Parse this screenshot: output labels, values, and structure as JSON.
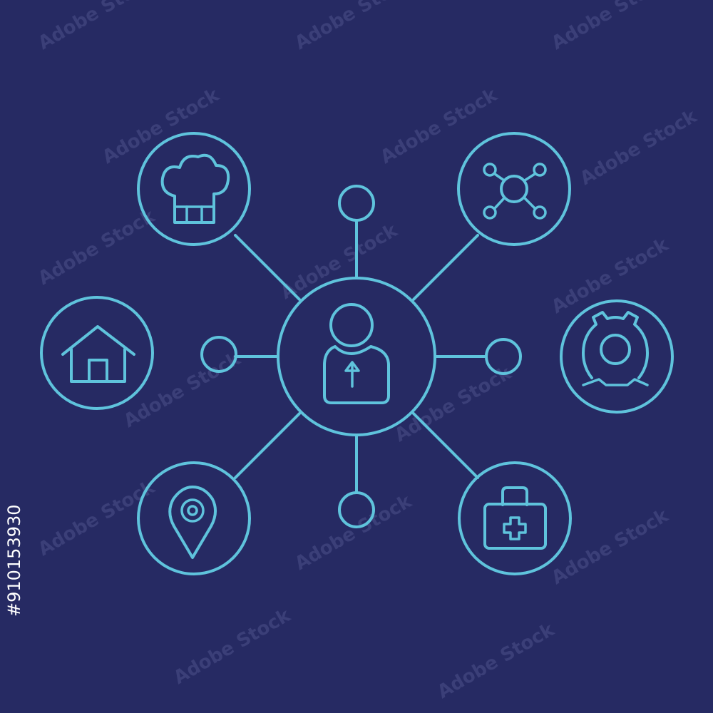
{
  "colors": {
    "background": "#262a63",
    "stroke": "#5fc3dc",
    "watermark": "#3b3f78"
  },
  "watermark": {
    "text": "Adobe Stock",
    "stock_id": "#910153930"
  },
  "diagram": {
    "hub": {
      "icon": "user-upload-icon"
    },
    "nodes": [
      {
        "icon": "chef-hat-icon"
      },
      {
        "icon": "network-icon"
      },
      {
        "icon": "home-icon"
      },
      {
        "icon": "gear-icon"
      },
      {
        "icon": "location-pin-icon"
      },
      {
        "icon": "first-aid-kit-icon"
      }
    ],
    "endpoint_count": 4
  }
}
